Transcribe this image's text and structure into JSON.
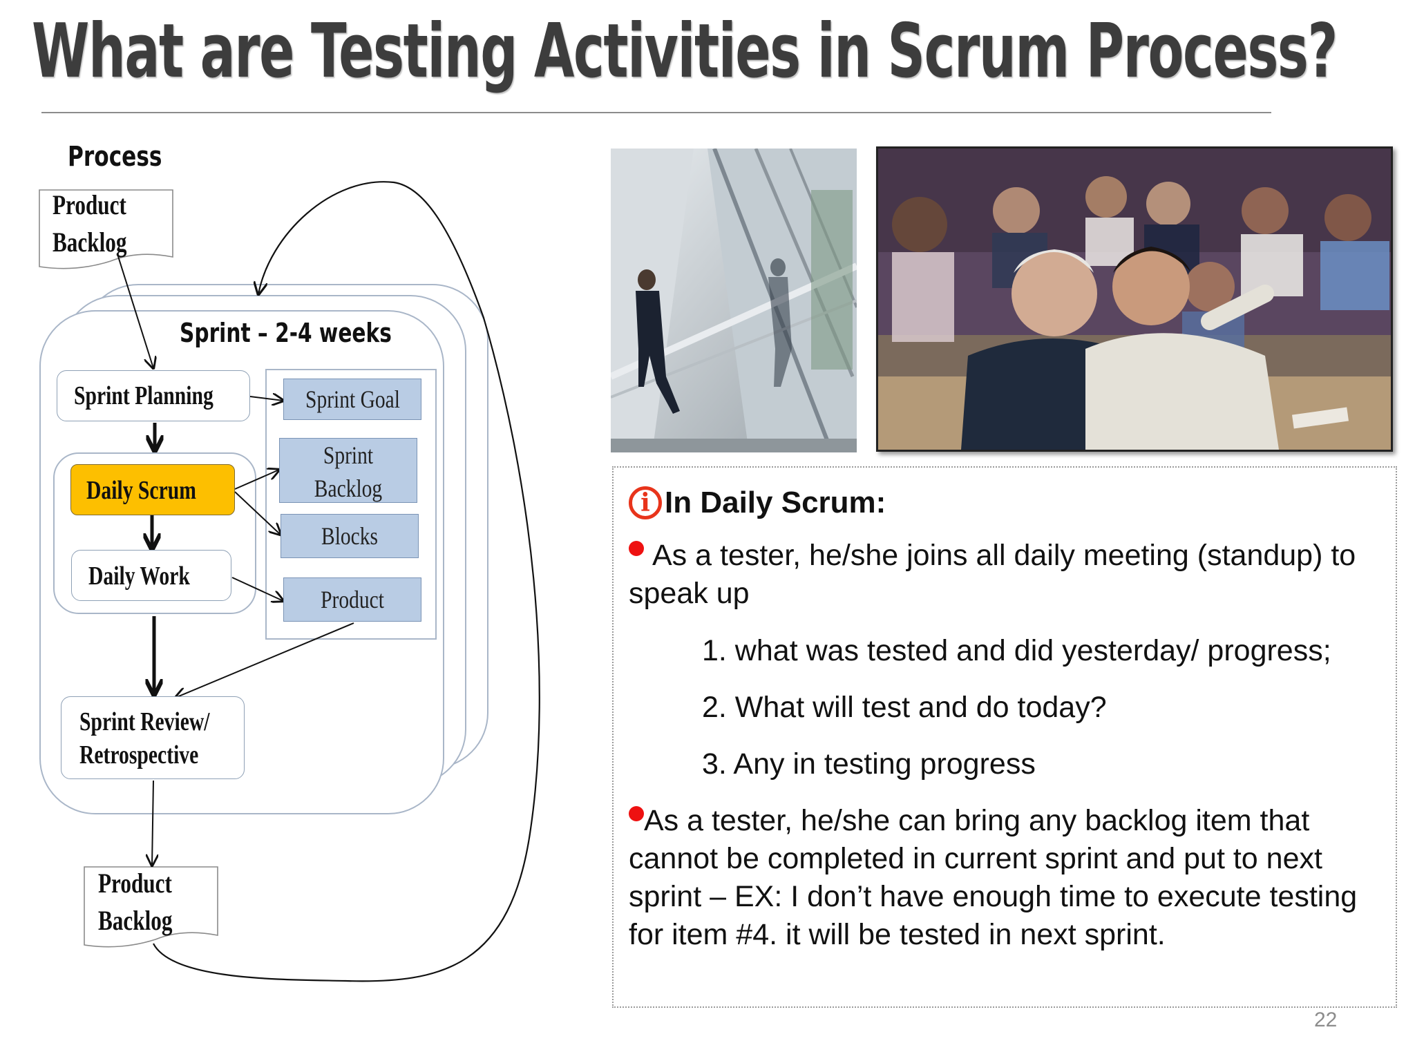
{
  "slide": {
    "title": "What are Testing Activities in Scrum Process?",
    "page_number": "22"
  },
  "diagram": {
    "process_label": "Process",
    "top_backlog": [
      "Product",
      "Backlog"
    ],
    "sprint_label": "Sprint – 2-4 weeks",
    "sprint_planning": "Sprint Planning",
    "daily_scrum": "Daily Scrum",
    "daily_work": "Daily Work",
    "review": [
      "Sprint Review/",
      "Retrospective"
    ],
    "bottom_backlog": [
      "Product",
      "Backlog"
    ],
    "artifacts": {
      "sprint_goal": "Sprint Goal",
      "sprint_backlog": [
        "Sprint",
        "Backlog"
      ],
      "blocks": "Blocks",
      "product": "Product"
    },
    "colors": {
      "highlight": "#fdbf00",
      "artifact_fill": "#b9cce4"
    }
  },
  "panel": {
    "heading": "In Daily Scrum:",
    "icon": "info-icon",
    "bullet1": "As a tester, he/she joins all daily meeting (standup) to speak up",
    "items": [
      "1. what was tested and did yesterday/ progress;",
      "2. What will test and do today?",
      "3. Any in testing progress"
    ],
    "bullet2": "As a tester, he/she can bring any backlog item that cannot be completed in current sprint and put to next sprint – EX: I don’t have enough time to execute testing for item #4. it will be tested in next sprint."
  }
}
